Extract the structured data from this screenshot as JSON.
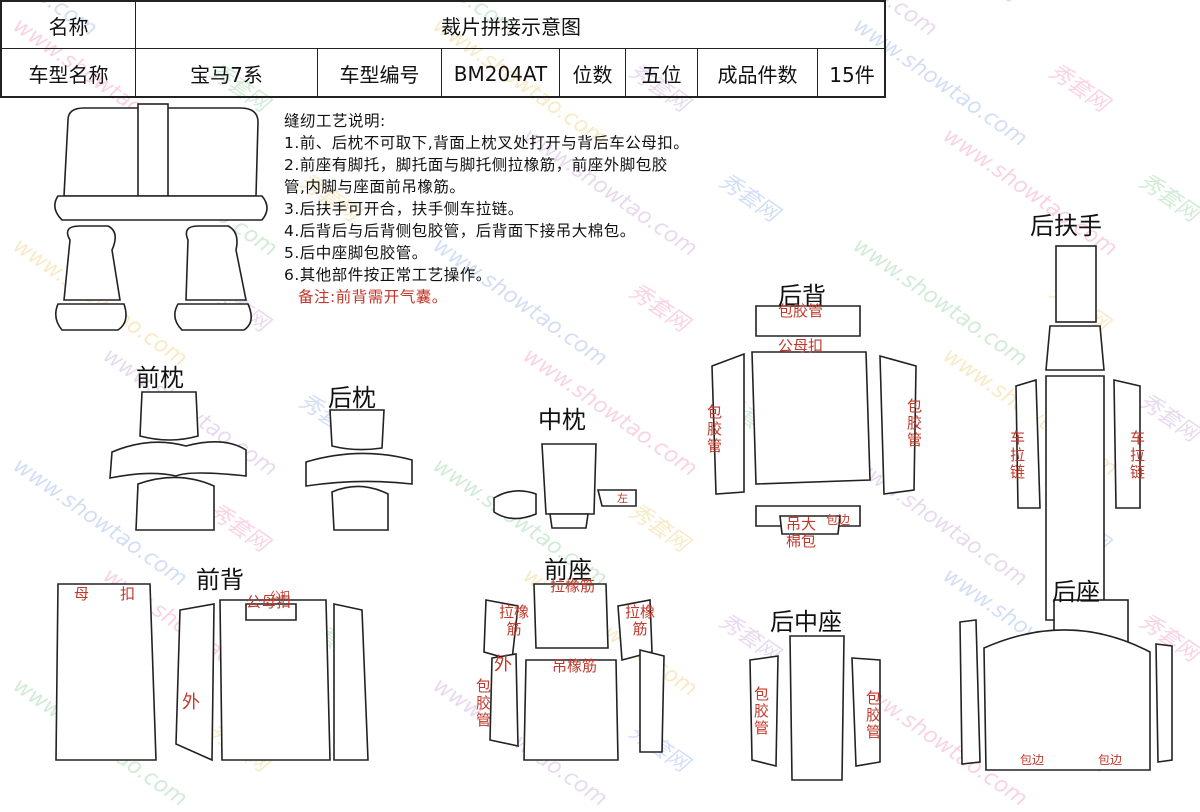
{
  "header": {
    "name_label": "名称",
    "diagram_title": "裁片拼接示意图",
    "model_name_label": "车型名称",
    "model_name": "宝马7系",
    "model_code_label": "车型编号",
    "model_code": "BM204AT",
    "seats_label": "位数",
    "seats": "五位",
    "pieces_label": "成品件数",
    "pieces": "15件"
  },
  "notes": {
    "heading": "缝纫工艺说明:",
    "lines": [
      "1.前、后枕不可取下,背面上枕叉处打开与背后车公母扣。",
      "2.前座有脚托，脚托面与脚托侧拉橡筋，前座外脚包胶",
      "管,内脚与座面前吊橡筋。",
      "3.后扶手可开合，扶手侧车拉链。",
      "4.后背后与后背侧包胶管，后背面下接吊大棉包。",
      "5.后中座脚包胶管。",
      "6.其他部件按正常工艺操作。"
    ],
    "remark": "备注:前背需开气囊。"
  },
  "sections": {
    "front_headrest": "前枕",
    "rear_headrest": "后枕",
    "middle_headrest": "中枕",
    "rear_back": "后背",
    "rear_armrest": "后扶手",
    "front_back": "前背",
    "front_seat": "前座",
    "rear_middle_seat": "后中座",
    "rear_seat": "后座"
  },
  "annotations": {
    "left": "左",
    "edge_tube": "包胶管",
    "snap": "公母扣",
    "zipper": "车拉链",
    "hang_cotton": "吊大棉包",
    "binding": "包边",
    "female": "母",
    "buckle": "扣",
    "outer": "外",
    "snap_small": "公扣",
    "pull_elastic": "拉橡筋",
    "hang_elastic": "吊橡筋"
  },
  "watermark": [
    "www.showtao.com",
    "秀套网"
  ],
  "colors": {
    "annotation": "#c0392b",
    "line": "#222222",
    "watermark_colors": [
      "#3a6fd8",
      "#e23b8a",
      "#35a84a",
      "#e2a400",
      "#9b59b6"
    ]
  }
}
